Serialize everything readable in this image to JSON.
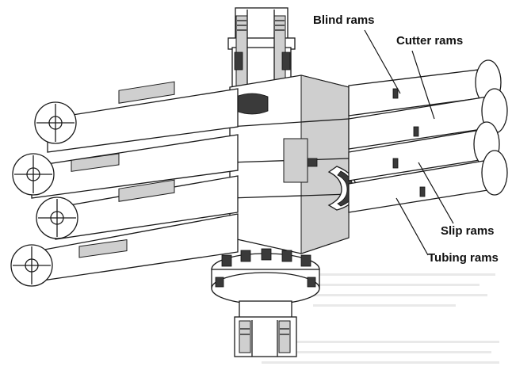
{
  "labels": {
    "blind_rams": "Blind rams",
    "cutter_rams": "Cutter rams",
    "slip_rams": "Slip rams",
    "tubing_rams": "Tubing rams"
  },
  "colors": {
    "ink": "#1a1a1a",
    "paper": "#ffffff",
    "shade": "#cfcfcf"
  }
}
